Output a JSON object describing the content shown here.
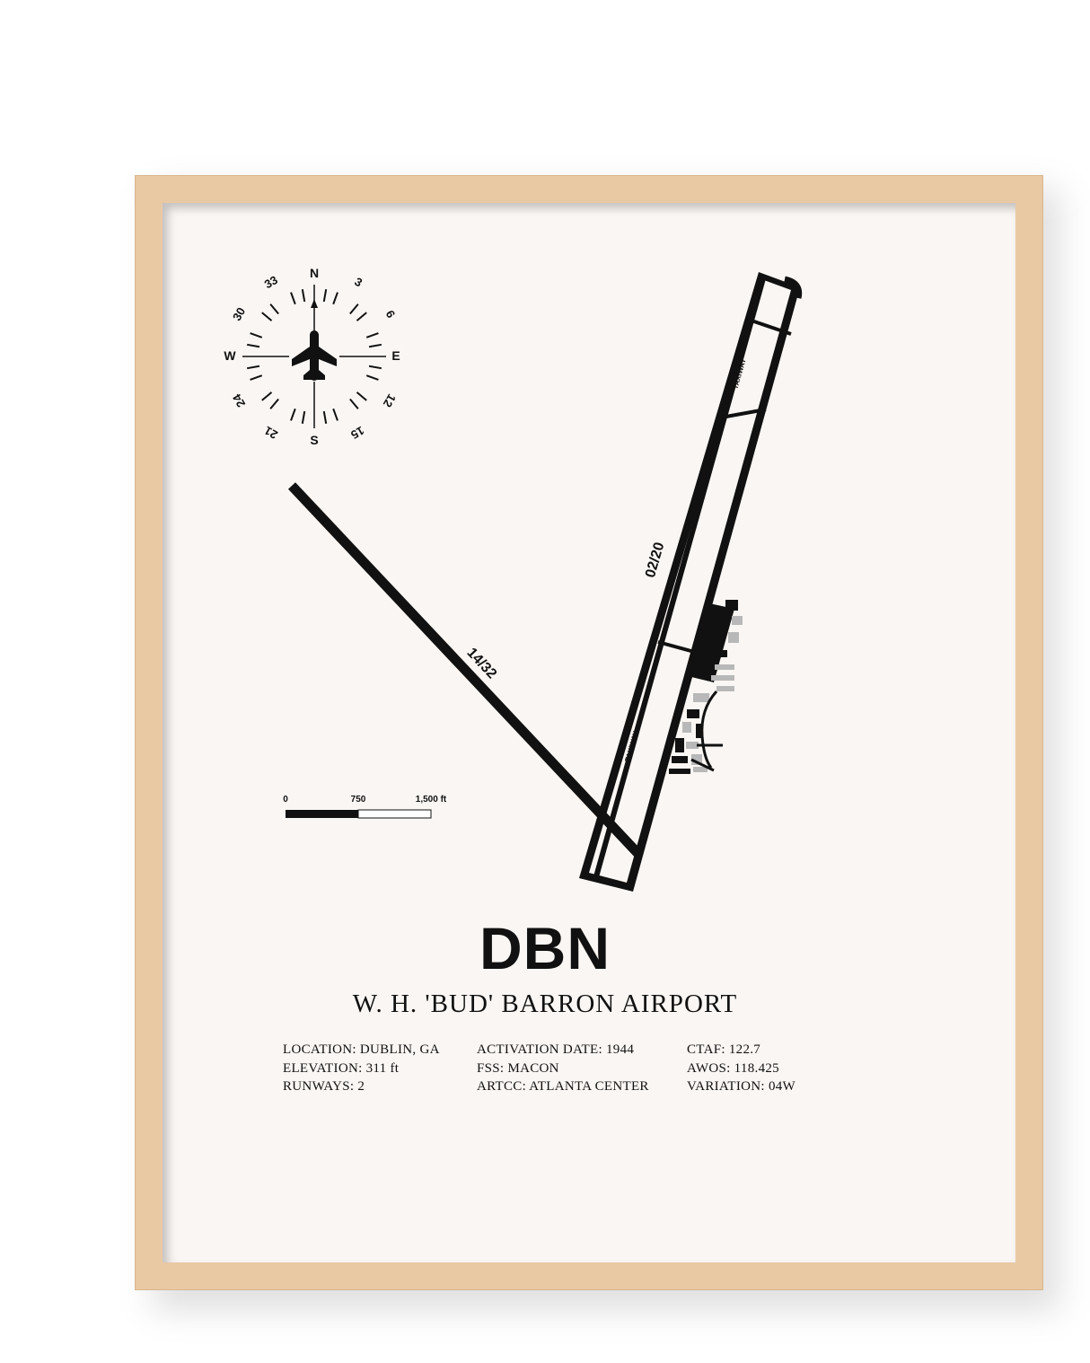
{
  "poster": {
    "code": "DBN",
    "airport_name": "W. H. 'BUD' BARRON AIRPORT"
  },
  "info": {
    "col1": [
      "LOCATION: DUBLIN, GA",
      "ELEVATION: 311 ft",
      "RUNWAYS: 2"
    ],
    "col2": [
      "ACTIVATION DATE: 1944",
      "FSS: MACON",
      "ARTCC: ATLANTA CENTER"
    ],
    "col3": [
      "CTAF: 122.7",
      "AWOS: 118.425",
      "VARIATION: 04W"
    ]
  },
  "compass": {
    "north": "N",
    "east": "E",
    "south": "S",
    "west": "W",
    "degree_labels": [
      "3",
      "6",
      "12",
      "15",
      "21",
      "24",
      "30",
      "33"
    ]
  },
  "runways": {
    "main": "02/20",
    "cross": "14/32",
    "taxiway_upper": "TAXIWAY",
    "taxiway_lower": "TAXIWAY"
  },
  "scale_bar": {
    "label_start": "0",
    "label_mid": "750",
    "label_end": "1,500 ft"
  },
  "colors": {
    "frame_wood": "#e9c9a4",
    "mat": "#faf6f3",
    "ink": "#111111"
  }
}
